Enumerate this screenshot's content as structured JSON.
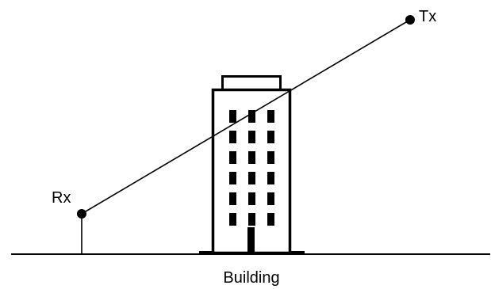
{
  "labels": {
    "tx": "Tx",
    "rx": "Rx",
    "building": "Building"
  },
  "colors": {
    "stroke": "#000000",
    "background": "#ffffff"
  },
  "building": {
    "window_columns": 3,
    "window_rows": 6
  }
}
